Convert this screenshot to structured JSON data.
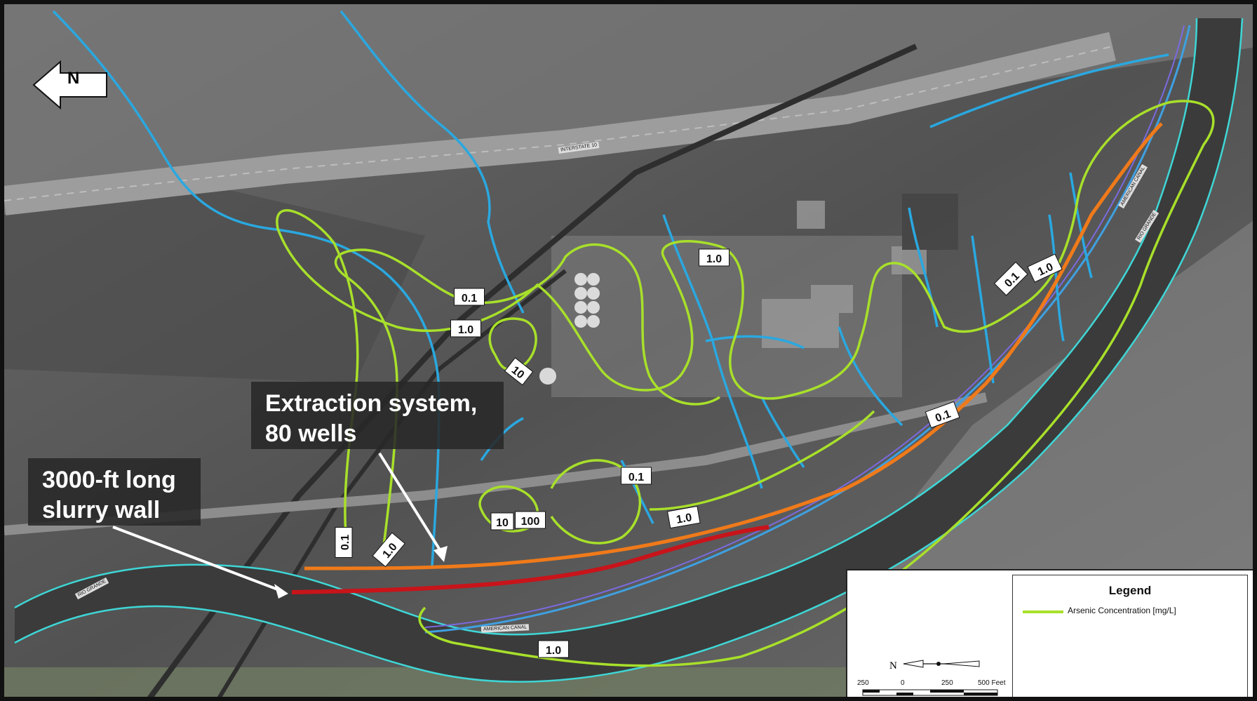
{
  "north_label": "N",
  "callouts": {
    "extraction_line1": "Extraction system,",
    "extraction_line2": "80 wells",
    "slurry_line1": "3000-ft long",
    "slurry_line2": "slurry wall"
  },
  "contour_labels": [
    "0.1",
    "1.0",
    "10",
    "1.0",
    "10",
    "100",
    "0.1",
    "1.0",
    "0.1",
    "1.0",
    "0.1",
    "1.0",
    "0.1",
    "1.0",
    "0.1"
  ],
  "map_labels": {
    "interstate": "INTERSTATE 10",
    "rio_grande_left": "RIO GRANDE",
    "rio_grande_right": "RIO GRANDE",
    "american_canal_bottom": "AMERICAN CANAL",
    "american_canal_right": "AMERICAN CANAL"
  },
  "legend": {
    "title": "Legend",
    "item_label": "Arsenic Concentration [mg/L]",
    "item_color": "#a8e02a"
  },
  "scale": {
    "north": "N",
    "ticks": [
      "250",
      "0",
      "250",
      "500 Feet"
    ]
  },
  "colors": {
    "arsenic_contour": "#a8e02a",
    "drainage": "#2aa8e0",
    "river_outline": "#3fd6d6",
    "slurry_wall": "#c8141a",
    "extraction_line": "#f07a1a",
    "canal": "#7a6ae0"
  }
}
